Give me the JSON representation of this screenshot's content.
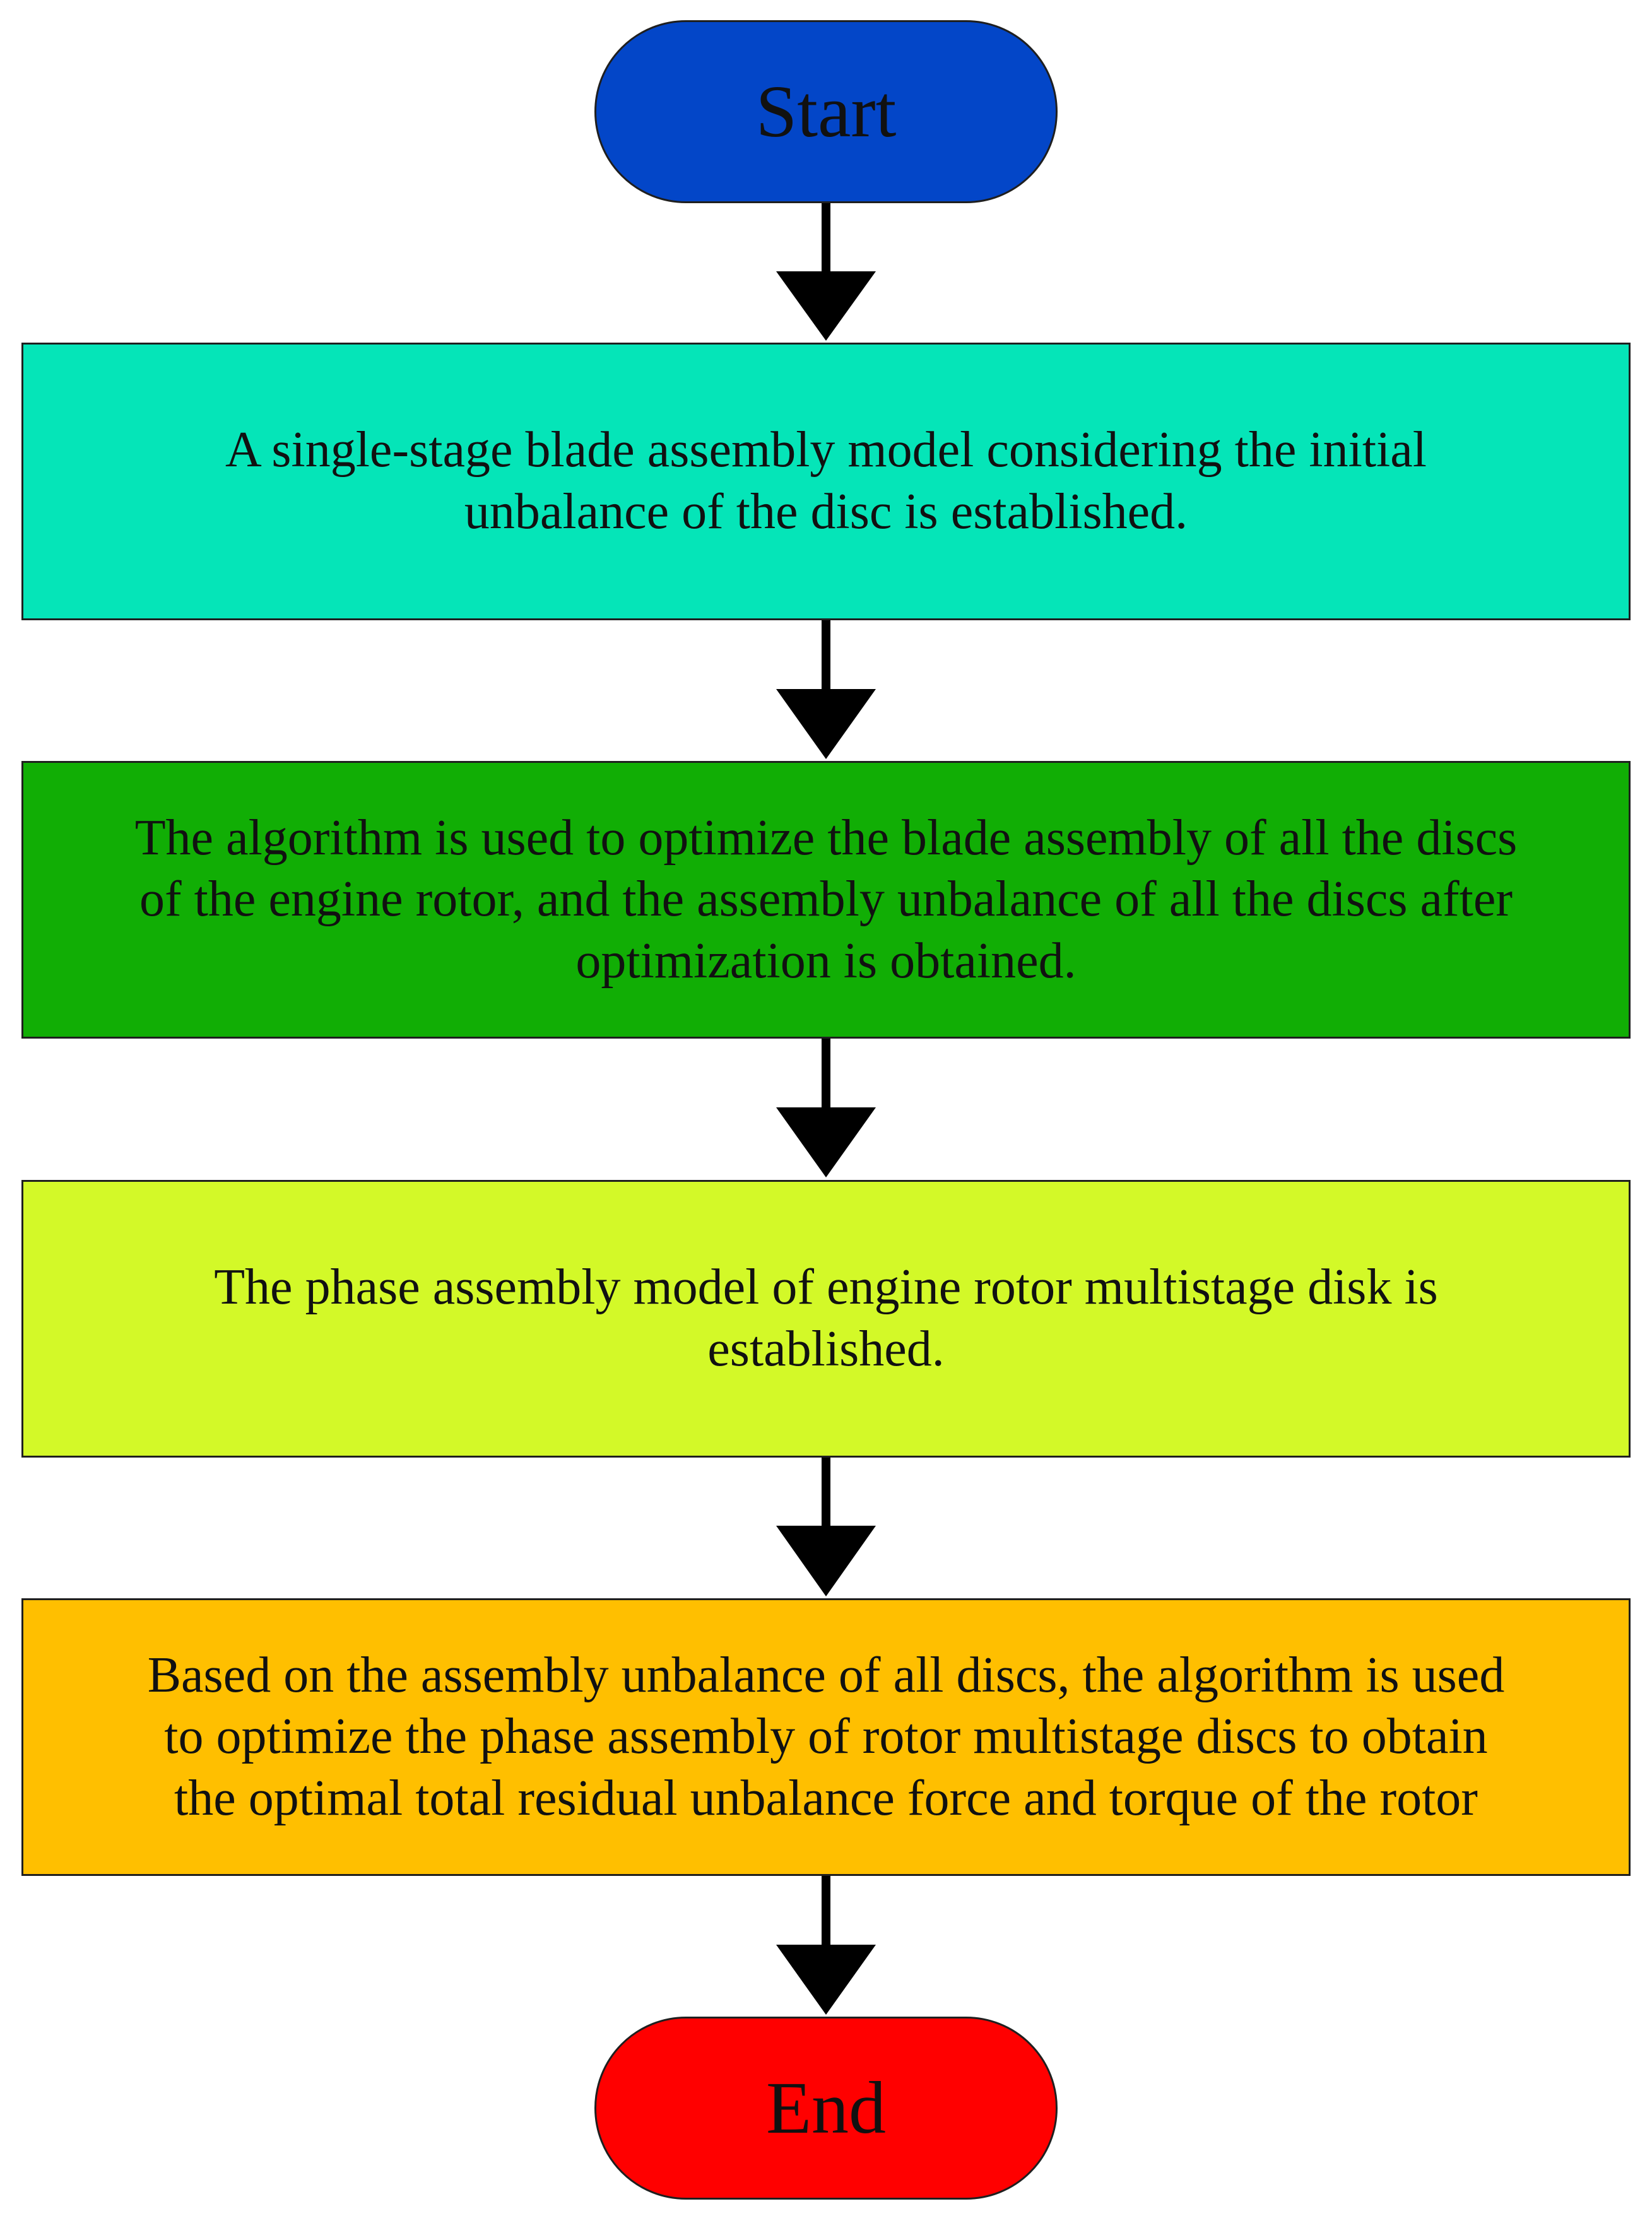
{
  "flowchart": {
    "start": {
      "label": "Start",
      "color": "#0346C8"
    },
    "steps": [
      {
        "lines": [
          "A single-stage blade assembly model considering the initial",
          "unbalance of the disc is established."
        ],
        "color": "#05E5B8"
      },
      {
        "lines": [
          "The algorithm is used to optimize the blade assembly of all the discs",
          "of the engine rotor, and the assembly unbalance of all the discs after",
          "optimization is obtained."
        ],
        "color": "#11AE05"
      },
      {
        "lines": [
          "The phase assembly model of engine rotor multistage disk is",
          "established."
        ],
        "color": "#D3F928"
      },
      {
        "lines": [
          "Based on the assembly unbalance of all discs, the algorithm is used",
          "to optimize the phase assembly of rotor multistage discs to obtain",
          "the optimal total residual unbalance force and torque of the rotor"
        ],
        "color": "#FFBF00"
      }
    ],
    "end": {
      "label": "End",
      "color": "#FF0000"
    }
  }
}
